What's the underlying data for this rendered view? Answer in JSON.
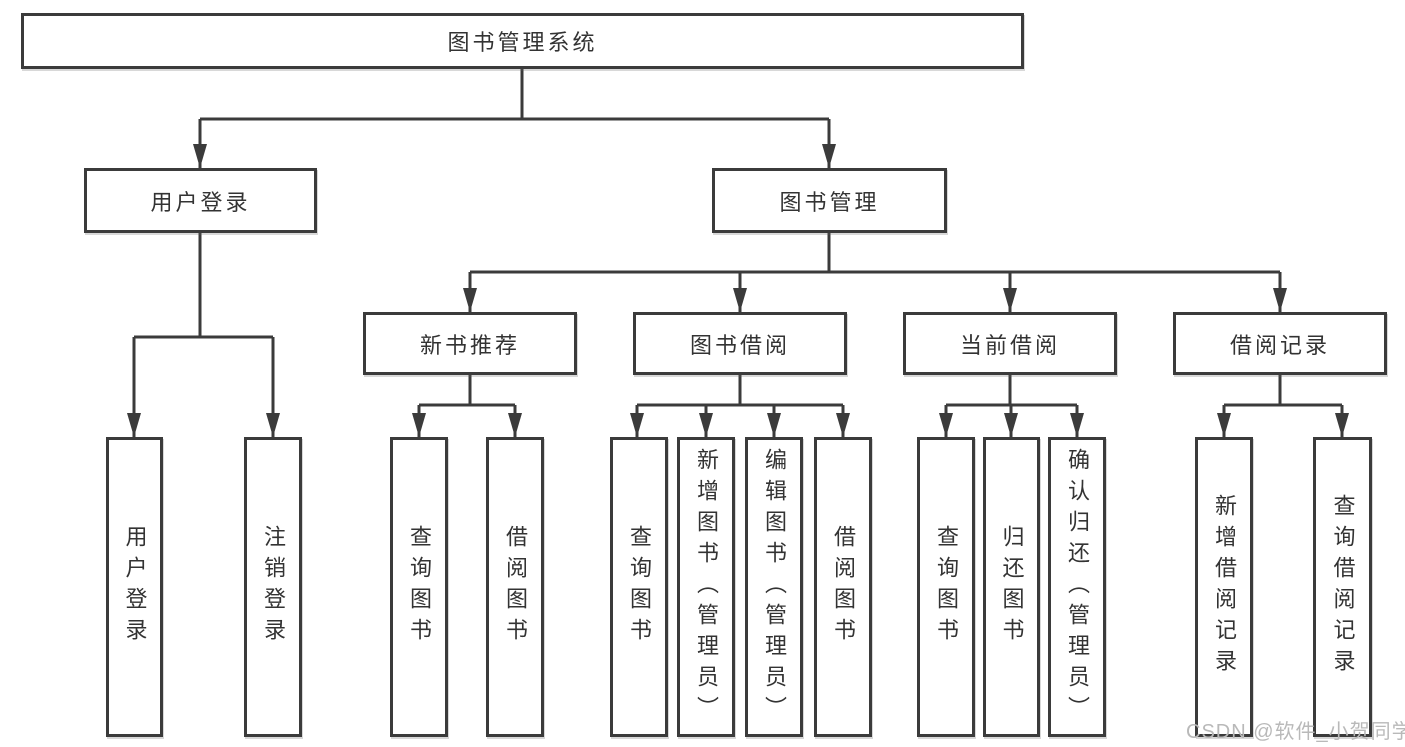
{
  "tree": {
    "root": {
      "label": "图书管理系统"
    },
    "branches": [
      {
        "label": "用户登录",
        "children": [
          {
            "label": "用户登录"
          },
          {
            "label": "注销登录"
          }
        ]
      },
      {
        "label": "图书管理",
        "groups": [
          {
            "label": "新书推荐",
            "children": [
              {
                "label": "查询图书"
              },
              {
                "label": "借阅图书"
              }
            ]
          },
          {
            "label": "图书借阅",
            "children": [
              {
                "label": "查询图书"
              },
              {
                "label": "新增图书（管理员）"
              },
              {
                "label": "编辑图书（管理员）"
              },
              {
                "label": "借阅图书"
              }
            ]
          },
          {
            "label": "当前借阅",
            "children": [
              {
                "label": "查询图书"
              },
              {
                "label": "归还图书"
              },
              {
                "label": "确认归还（管理员）"
              }
            ]
          },
          {
            "label": "借阅记录",
            "children": [
              {
                "label": "新增借阅记录"
              },
              {
                "label": "查询借阅记录"
              }
            ]
          }
        ]
      }
    ]
  },
  "watermark": {
    "text": "CSDN @软件_小贺同学"
  },
  "colors": {
    "line": "#3b3b3b",
    "box_border": "#3b3b3b",
    "text": "#333333",
    "watermark": "#b9b9b9",
    "background": "#ffffff"
  }
}
